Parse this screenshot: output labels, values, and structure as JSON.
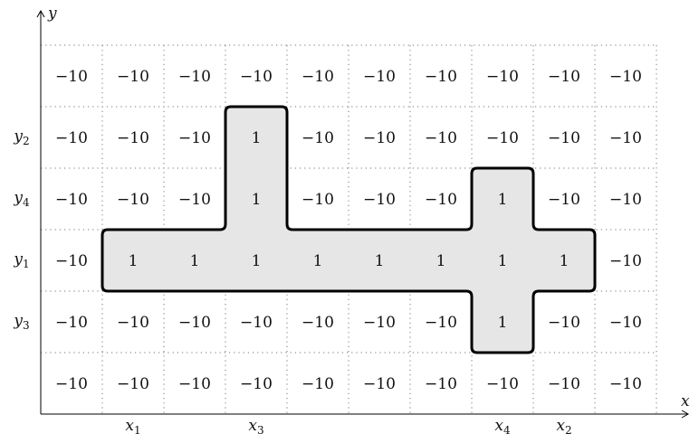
{
  "axes": {
    "x_label": "x",
    "y_label": "y"
  },
  "values": [
    [
      "−10",
      "−10",
      "−10",
      "−10",
      "−10",
      "−10",
      "−10",
      "−10",
      "−10",
      "−10"
    ],
    [
      "−10",
      "−10",
      "−10",
      "1",
      "−10",
      "−10",
      "−10",
      "−10",
      "−10",
      "−10"
    ],
    [
      "−10",
      "−10",
      "−10",
      "1",
      "−10",
      "−10",
      "−10",
      "1",
      "−10",
      "−10"
    ],
    [
      "−10",
      "1",
      "1",
      "1",
      "1",
      "1",
      "1",
      "1",
      "1",
      "−10"
    ],
    [
      "−10",
      "−10",
      "−10",
      "−10",
      "−10",
      "−10",
      "−10",
      "1",
      "−10",
      "−10"
    ],
    [
      "−10",
      "−10",
      "−10",
      "−10",
      "−10",
      "−10",
      "−10",
      "−10",
      "−10",
      "−10"
    ]
  ],
  "row_labels": [
    {
      "row": 1,
      "base": "y",
      "sub": "2"
    },
    {
      "row": 2,
      "base": "y",
      "sub": "4"
    },
    {
      "row": 3,
      "base": "y",
      "sub": "1"
    },
    {
      "row": 4,
      "base": "y",
      "sub": "3"
    }
  ],
  "col_labels": [
    {
      "col": 1,
      "base": "x",
      "sub": "1"
    },
    {
      "col": 3,
      "base": "x",
      "sub": "3"
    },
    {
      "col": 7,
      "base": "x",
      "sub": "4"
    },
    {
      "col": 8,
      "base": "x",
      "sub": "2"
    }
  ],
  "colors": {
    "region_fill": "#e6e6e6",
    "outline": "#000000",
    "grid": "#777777"
  }
}
